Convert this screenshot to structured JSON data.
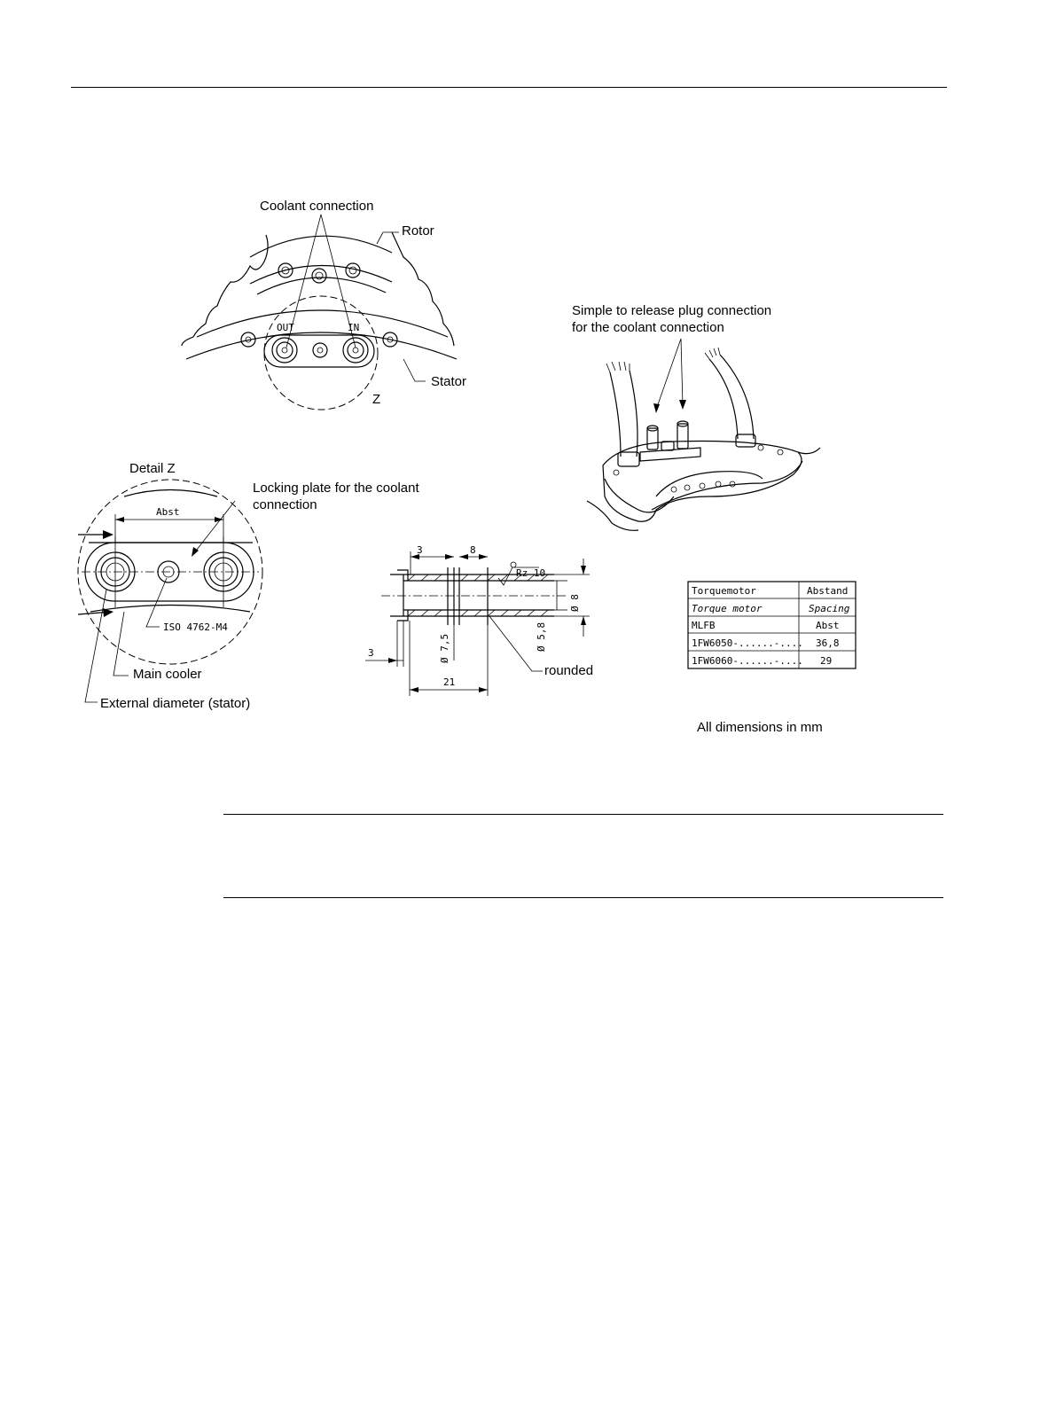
{
  "labels": {
    "coolant_connection": "Coolant connection",
    "rotor": "Rotor",
    "stator": "Stator",
    "z_mark": "Z",
    "in_mark": "IN",
    "out_mark": "OUT",
    "plug_line1": "Simple to release plug connection",
    "plug_line2": "for the coolant connection",
    "detail_z": "Detail Z",
    "locking_line1": "Locking plate for the coolant",
    "locking_line2": "connection",
    "abst": "Abst",
    "iso": "ISO 4762-M4",
    "main_cooler": "Main cooler",
    "external_diameter": "External diameter (stator)",
    "rounded": "rounded",
    "all_dimensions": "All dimensions in mm"
  },
  "dimensions": {
    "d3_top": "3",
    "d8_top": "8",
    "rz": "Rz 10",
    "dia8": "Ø 8",
    "dia58": "Ø 5,8",
    "dia75": "Ø 7,5",
    "d3_left": "3",
    "d21": "21"
  },
  "table": {
    "rows": [
      [
        "Torquemotor",
        "Abstand"
      ],
      [
        "Torque motor",
        "Spacing"
      ],
      [
        "MLFB",
        "Abst"
      ],
      [
        "1FW6050-......-....",
        "36,8"
      ],
      [
        "1FW6060-......-....",
        "29"
      ]
    ]
  }
}
